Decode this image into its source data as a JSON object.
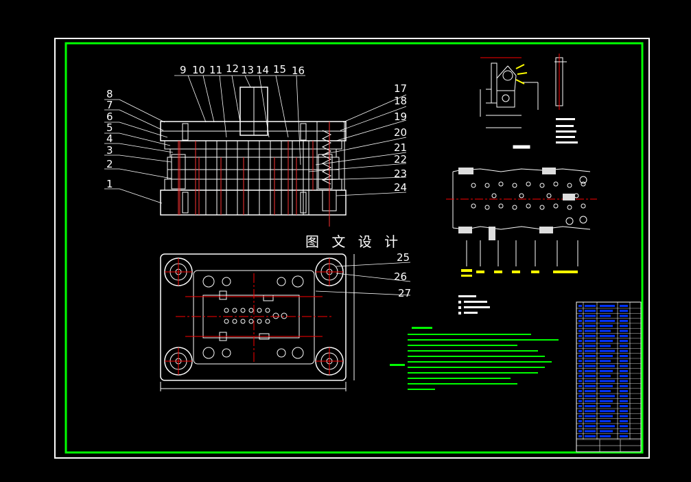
{
  "colors": {
    "background": "#000000",
    "outer_border": "#ffffff",
    "inner_border": "#00ff00",
    "line": "#ffffff",
    "hatch": "#ff3333",
    "center_line": "#ff0000",
    "notes": "#00ff00",
    "table_fill": "#0033ff",
    "strip_label": "#ffff00"
  },
  "watermark": "图 文 设 计",
  "part_numbers_left": [
    "8",
    "7",
    "6",
    "5",
    "4",
    "3",
    "2",
    "1"
  ],
  "part_numbers_top": [
    "9",
    "10",
    "11",
    "12",
    "13",
    "14",
    "15",
    "16"
  ],
  "part_numbers_right": [
    "17",
    "18",
    "19",
    "20",
    "21",
    "22",
    "23",
    "24"
  ],
  "part_numbers_plan": [
    "25",
    "26",
    "27"
  ]
}
